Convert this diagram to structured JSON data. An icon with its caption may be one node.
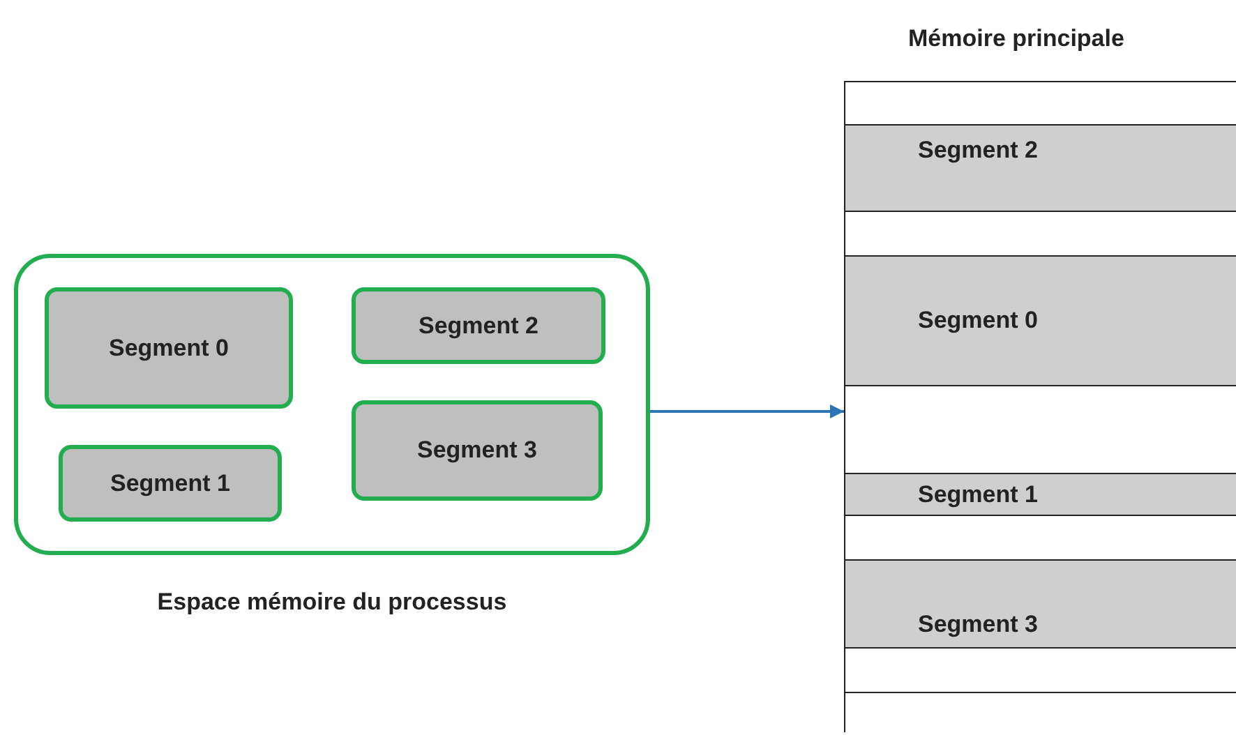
{
  "diagram": {
    "nodes": [
      {
        "text": [
          "Espace mémoire du processus"
        ]
      },
      {
        "text": [
          "Segment 0"
        ],
        "in": 0
      },
      {
        "text": [
          "Segment 2"
        ],
        "in": 0
      },
      {
        "text": [
          "Segment 1"
        ],
        "in": 0
      },
      {
        "text": [
          "Segment 3"
        ],
        "in": 0
      },
      {
        "text": [
          "Mémoire principale"
        ]
      },
      {
        "text": [],
        "shape": "box",
        "in": 5
      },
      {
        "text": [
          "Segment 2"
        ],
        "in": 5
      },
      {
        "text": [],
        "shape": "box",
        "in": 5
      },
      {
        "text": [
          "Segment 0"
        ],
        "in": 5
      },
      {
        "text": [],
        "shape": "box",
        "in": 5
      },
      {
        "text": [
          "Segment 1"
        ],
        "in": 5
      },
      {
        "text": [],
        "shape": "box",
        "in": 5
      },
      {
        "text": [
          "Segment 3"
        ],
        "in": 5
      },
      {
        "text": [],
        "shape": "box",
        "in": 5
      },
      {
        "text": [],
        "shape": "box",
        "in": 5
      }
    ],
    "edges": [
      {
        "from": 0,
        "to": 5,
        "arrow": "to",
        "color": "#2e75b6"
      }
    ]
  }
}
